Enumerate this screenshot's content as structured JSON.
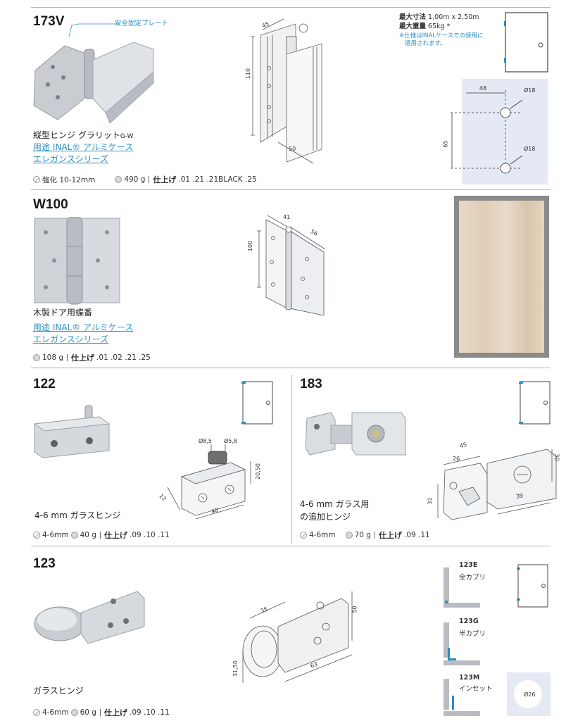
{
  "products": {
    "p173v": {
      "code": "173V",
      "callout": "安全固定プレート",
      "name": "縦型ヒンジ グラリット",
      "name_suffix": "G-W",
      "usage": "用途 INAL® アルミケース",
      "series": "エレガンスシリーズ",
      "glass": "強化 10-12mm",
      "weight": "490 g",
      "finish_label": "仕上げ",
      "finish_values": ".01 .21 .21BLACK .25",
      "dims": {
        "d45": "45",
        "d110": "110",
        "d50": "50",
        "d48": "48",
        "d65": "65",
        "d18a": "Ø18",
        "d18b": "Ø18"
      },
      "max_size_label": "最大寸法",
      "max_size_value": "1,00m x 2,50m",
      "max_weight_label": "最大重量",
      "max_weight_value": "65kg *",
      "note_line1": "※仕様はINALケースでの使用に",
      "note_line2": "適用されます。"
    },
    "w100": {
      "code": "W100",
      "name": "木製ドア用蝶番",
      "usage": "用途 INAL® アルミケース",
      "series": "エレガンスシリーズ",
      "weight": "108 g",
      "finish_label": "仕上げ",
      "finish_values": ".01 .02 .21 .25",
      "dims": {
        "d41": "41",
        "d56": "56",
        "d100": "100"
      }
    },
    "p122": {
      "code": "122",
      "name": "4-6 mm ガラスヒンジ",
      "glass": "4-6mm",
      "weight": "40 g",
      "finish_label": "仕上げ",
      "finish_values": ".09 .10 .11",
      "dims": {
        "d85": "Ø8,5",
        "d58": "Ø5,8",
        "d2050": "20,50",
        "d12": "12",
        "d40": "40"
      }
    },
    "p183": {
      "code": "183",
      "name_line1": "4-6 mm ガラス用",
      "name_line2": "の追加ヒンジ",
      "glass": "4-6mm",
      "weight": "70 g",
      "finish_label": "仕上げ",
      "finish_values": ".09 .11",
      "dims": {
        "d45": "45",
        "d26": "26",
        "d30": "30",
        "d31": "31",
        "d39": "39"
      }
    },
    "p123": {
      "code": "123",
      "name": "ガラスヒンジ",
      "glass": "4-6mm",
      "weight": "60 g",
      "finish_label": "仕上げ",
      "finish_values": ".09 .10 .11",
      "dims": {
        "d35": "35",
        "d50": "50",
        "d63": "63",
        "d3150": "31,50",
        "d26": "Ø26"
      },
      "variants": [
        {
          "code": "123E",
          "label": "全カブリ"
        },
        {
          "code": "123G",
          "label": "半カブリ"
        },
        {
          "code": "123M",
          "label": "インセット"
        }
      ]
    }
  },
  "colors": {
    "link": "#2a8fc4",
    "accent_blue": "#2a8fc4",
    "panel": "#e4e9f4"
  }
}
